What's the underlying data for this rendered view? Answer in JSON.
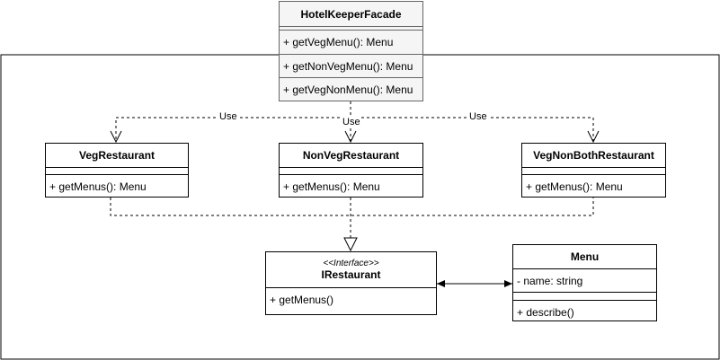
{
  "edge_labels": {
    "use_left": "Use",
    "use_center": "Use",
    "use_right": "Use"
  },
  "classes": {
    "facade": {
      "name": "HotelKeeperFacade",
      "methods": [
        "+ getVegMenu(): Menu",
        "+ getNonVegMenu(): Menu",
        "+ getVegNonMenu(): Menu"
      ]
    },
    "veg": {
      "name": "VegRestaurant",
      "methods": [
        "+ getMenus(): Menu"
      ]
    },
    "nonveg": {
      "name": "NonVegRestaurant",
      "methods": [
        "+ getMenus(): Menu"
      ]
    },
    "vegnonboth": {
      "name": "VegNonBothRestaurant",
      "methods": [
        "+ getMenus(): Menu"
      ]
    },
    "irestaurant": {
      "stereotype": "<<Interface>>",
      "name": "IRestaurant",
      "methods": [
        "+ getMenus()"
      ]
    },
    "menu": {
      "name": "Menu",
      "attributes": [
        "- name: string"
      ],
      "methods": [
        "+ describe()"
      ]
    }
  }
}
